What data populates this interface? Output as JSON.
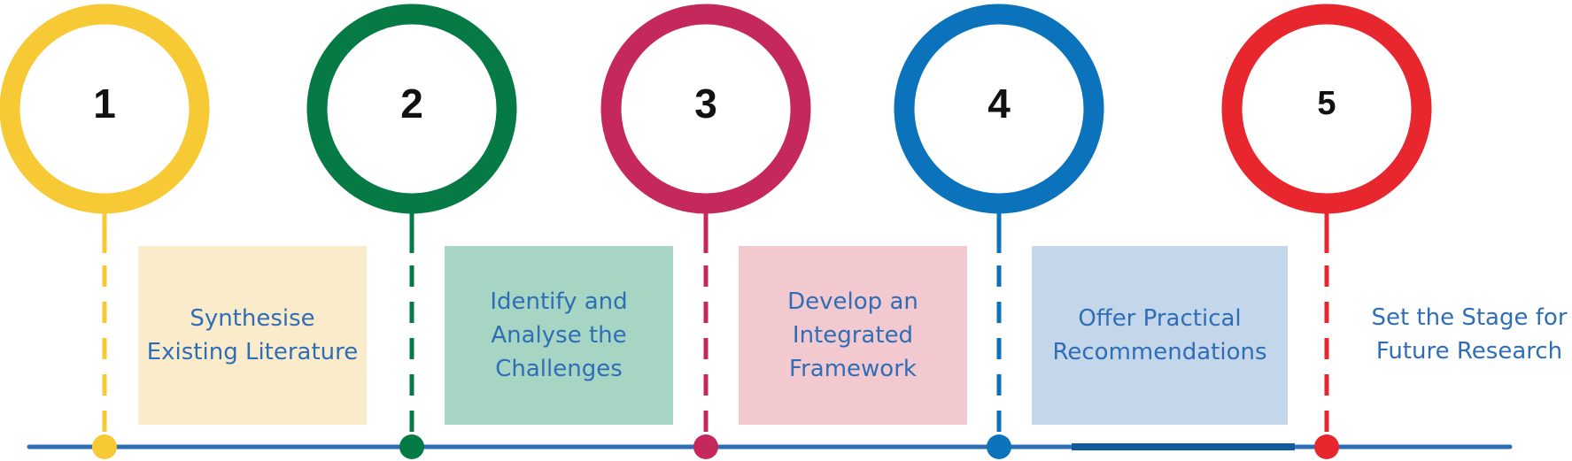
{
  "steps": [
    {
      "number": "1",
      "color": "#f7ca35"
    },
    {
      "number": "2",
      "color": "#067a45"
    },
    {
      "number": "3",
      "color": "#c5295c"
    },
    {
      "number": "4",
      "color": "#0b72bc"
    },
    {
      "number": "5",
      "color": "#e8262d"
    }
  ],
  "boxes": [
    {
      "lines": [
        "Synthesise",
        "Existing Literature"
      ],
      "fill": "#faeccb"
    },
    {
      "lines": [
        "Identify and",
        "Analyse the",
        "Challenges"
      ],
      "fill": "#a7d5c4"
    },
    {
      "lines": [
        "Develop an",
        "Integrated",
        "Framework"
      ],
      "fill": "#f3c9d0"
    },
    {
      "lines": [
        "Offer Practical",
        "Recommendations"
      ],
      "fill": "#c4d7ea"
    }
  ],
  "final_label": {
    "lines": [
      "Set the Stage for",
      "Future Research"
    ]
  },
  "text_color": "#2f6eb7",
  "baseline_color": "#2f6eb7"
}
